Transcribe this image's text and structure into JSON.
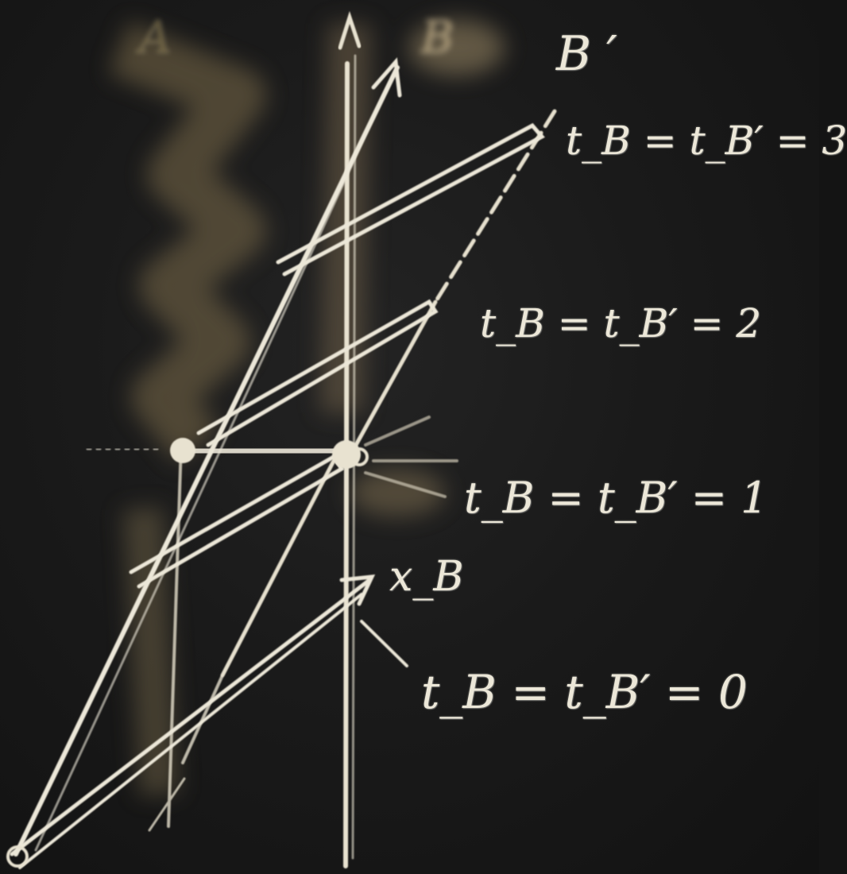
{
  "labels": {
    "a": "A",
    "b": "B",
    "b_prime": "B ′",
    "t3": "t_B = t_B′ = 3",
    "t2": "t_B = t_B′ = 2",
    "t1": "t_B = t_B′ = 1",
    "xb": "x_B",
    "t0": "t_B = t_B′ = 0"
  },
  "colors": {
    "chalk": "#ece7d8",
    "board": "#1a1a1a",
    "smudge": "#8a7a55"
  }
}
